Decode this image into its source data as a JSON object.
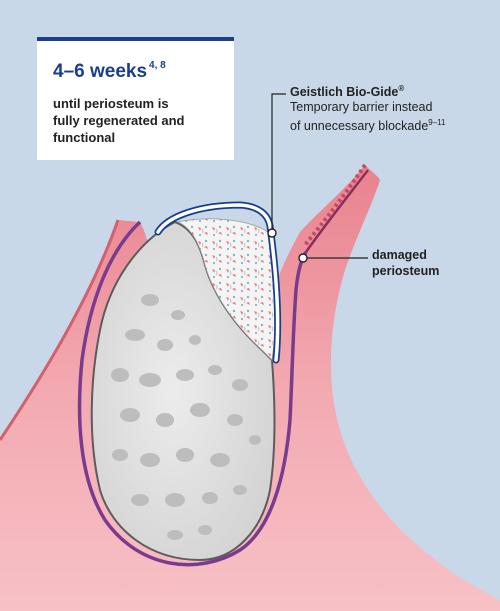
{
  "callout": {
    "title": "4–6 weeks",
    "title_refs": "4, 8",
    "body_line1": "until periosteum is",
    "body_line2": "fully regenerated and",
    "body_line3": "functional"
  },
  "biogide_label": {
    "name": "Geistlich Bio-Gide",
    "registered": "®",
    "line2": "Temporary barrier instead",
    "line3": "of unnecessary blockade",
    "refs": "9–11"
  },
  "periosteum_label": {
    "line1": "damaged",
    "line2": "periosteum"
  },
  "colors": {
    "background": "#c8d8e8",
    "gingiva": "#f0a0a8",
    "periosteum": "#7a3a8e",
    "bone": "#dcdcdc",
    "membrane_border": "#1a3e8c",
    "accent_blue": "#1a3e8c"
  }
}
